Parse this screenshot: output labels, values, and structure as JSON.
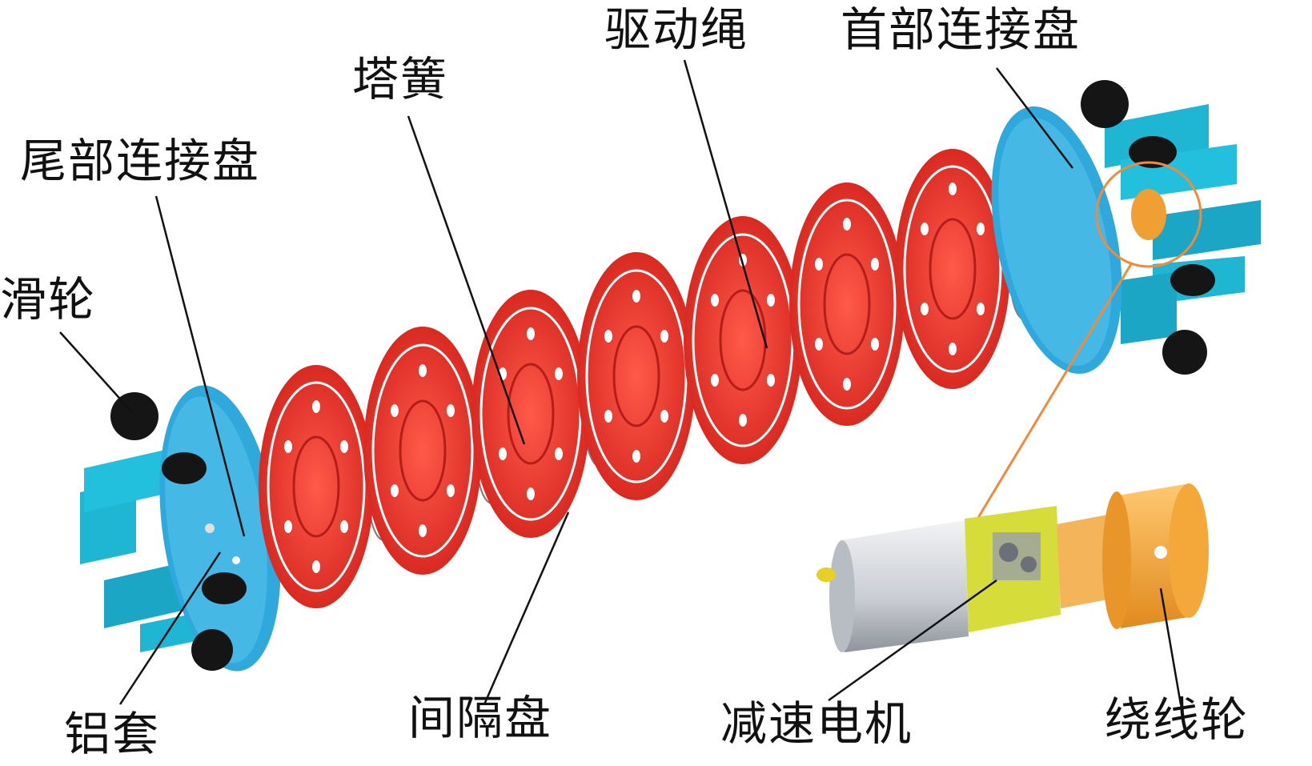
{
  "labels": {
    "tail_disk": "尾部连接盘",
    "pulley": "滑轮",
    "aluminum_sleeve": "铝套",
    "tower_spring": "塔簧",
    "spacer_disk": "间隔盘",
    "drive_rope": "驱动绳",
    "head_disk": "首部连接盘",
    "gear_motor": "减速电机",
    "winding_wheel": "绕线轮"
  },
  "colors": {
    "spacer_disk": "#e8302b",
    "end_disk": "#2fa8dc",
    "bracket": "#1fb6d4",
    "spring": "#7a7a7a",
    "rope": "#c8a64a",
    "winding_wheel": "#f0a032",
    "motor_body": "#d6d8dc",
    "gearbox": "#d6dc3a",
    "pulley": "#151515",
    "highlight_circle": "#f08a3c",
    "leader_line": "#111111"
  }
}
